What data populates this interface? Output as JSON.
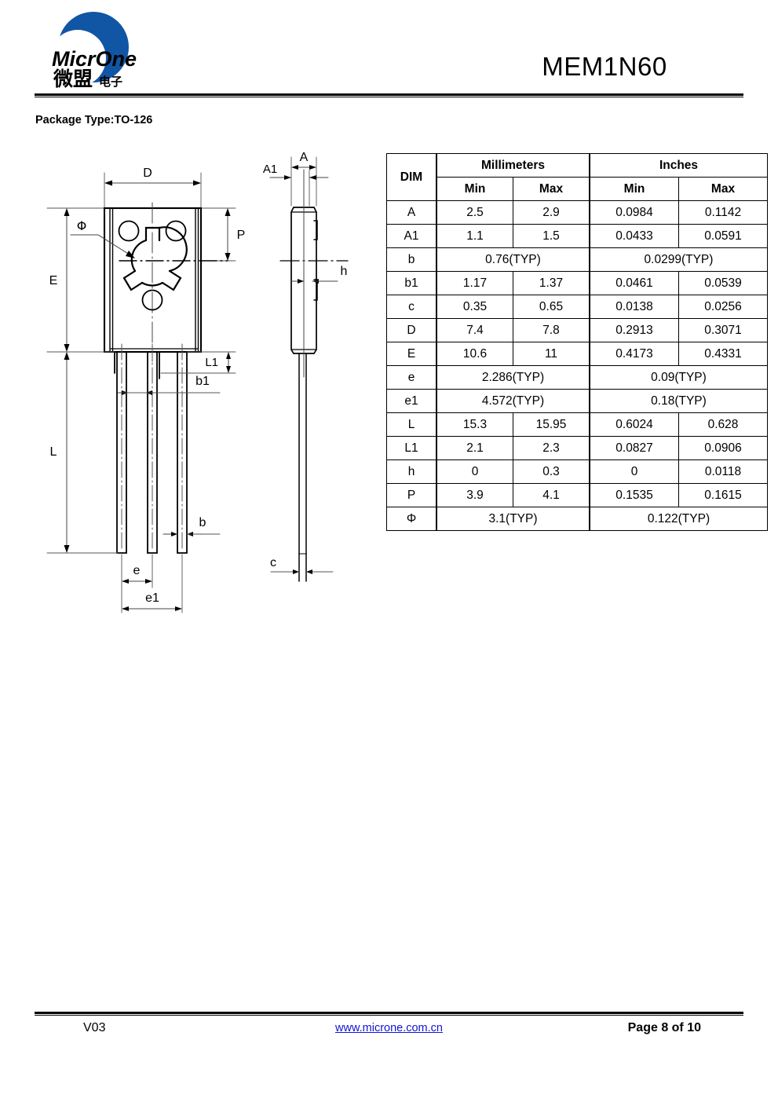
{
  "header": {
    "title": "MEM1N60",
    "logo": {
      "brand_latin": "MicrOne",
      "brand_cn": "微盟",
      "brand_cn_small": "电子",
      "disc_color": "#1155a5"
    }
  },
  "package": {
    "label": "Package Type:TO-126"
  },
  "drawing": {
    "front_view_dims": [
      "D",
      "E",
      "P",
      "Φ",
      "L",
      "L1",
      "b",
      "b1",
      "e",
      "e1"
    ],
    "side_view_dims": [
      "A",
      "A1",
      "h",
      "c"
    ],
    "labels": {
      "D": "D",
      "E": "E",
      "P": "P",
      "phi": "Φ",
      "L": "L",
      "L1": "L1",
      "b": "b",
      "b1": "b1",
      "e": "e",
      "e1": "e1",
      "A": "A",
      "A1": "A1",
      "h": "h",
      "c": "c"
    }
  },
  "table": {
    "header": {
      "dim": "DIM",
      "millimeters": "Millimeters",
      "inches": "Inches",
      "min": "Min",
      "max": "Max"
    },
    "rows": [
      {
        "dim": "A",
        "mm_min": "2.5",
        "mm_max": "2.9",
        "in_min": "0.0984",
        "in_max": "0.1142",
        "span": false
      },
      {
        "dim": "A1",
        "mm_min": "1.1",
        "mm_max": "1.5",
        "in_min": "0.0433",
        "in_max": "0.0591",
        "span": false
      },
      {
        "dim": "b",
        "mm_typ": "0.76(TYP)",
        "in_typ": "0.0299(TYP)",
        "span": true
      },
      {
        "dim": "b1",
        "mm_min": "1.17",
        "mm_max": "1.37",
        "in_min": "0.0461",
        "in_max": "0.0539",
        "span": false
      },
      {
        "dim": "c",
        "mm_min": "0.35",
        "mm_max": "0.65",
        "in_min": "0.0138",
        "in_max": "0.0256",
        "span": false
      },
      {
        "dim": "D",
        "mm_min": "7.4",
        "mm_max": "7.8",
        "in_min": "0.2913",
        "in_max": "0.3071",
        "span": false
      },
      {
        "dim": "E",
        "mm_min": "10.6",
        "mm_max": "11",
        "in_min": "0.4173",
        "in_max": "0.4331",
        "span": false
      },
      {
        "dim": "e",
        "mm_typ": "2.286(TYP)",
        "in_typ": "0.09(TYP)",
        "span": true
      },
      {
        "dim": "e1",
        "mm_typ": "4.572(TYP)",
        "in_typ": "0.18(TYP)",
        "span": true
      },
      {
        "dim": "L",
        "mm_min": "15.3",
        "mm_max": "15.95",
        "in_min": "0.6024",
        "in_max": "0.628",
        "span": false
      },
      {
        "dim": "L1",
        "mm_min": "2.1",
        "mm_max": "2.3",
        "in_min": "0.0827",
        "in_max": "0.0906",
        "span": false
      },
      {
        "dim": "h",
        "mm_min": "0",
        "mm_max": "0.3",
        "in_min": "0",
        "in_max": "0.0118",
        "span": false
      },
      {
        "dim": "P",
        "mm_min": "3.9",
        "mm_max": "4.1",
        "in_min": "0.1535",
        "in_max": "0.1615",
        "span": false
      },
      {
        "dim": "Φ",
        "mm_typ": "3.1(TYP)",
        "in_typ": "0.122(TYP)",
        "span": true
      }
    ]
  },
  "footer": {
    "version": "V03",
    "url": "www.microne.com.cn",
    "page": "Page 8 of 10",
    "link_color": "#1414d2"
  }
}
